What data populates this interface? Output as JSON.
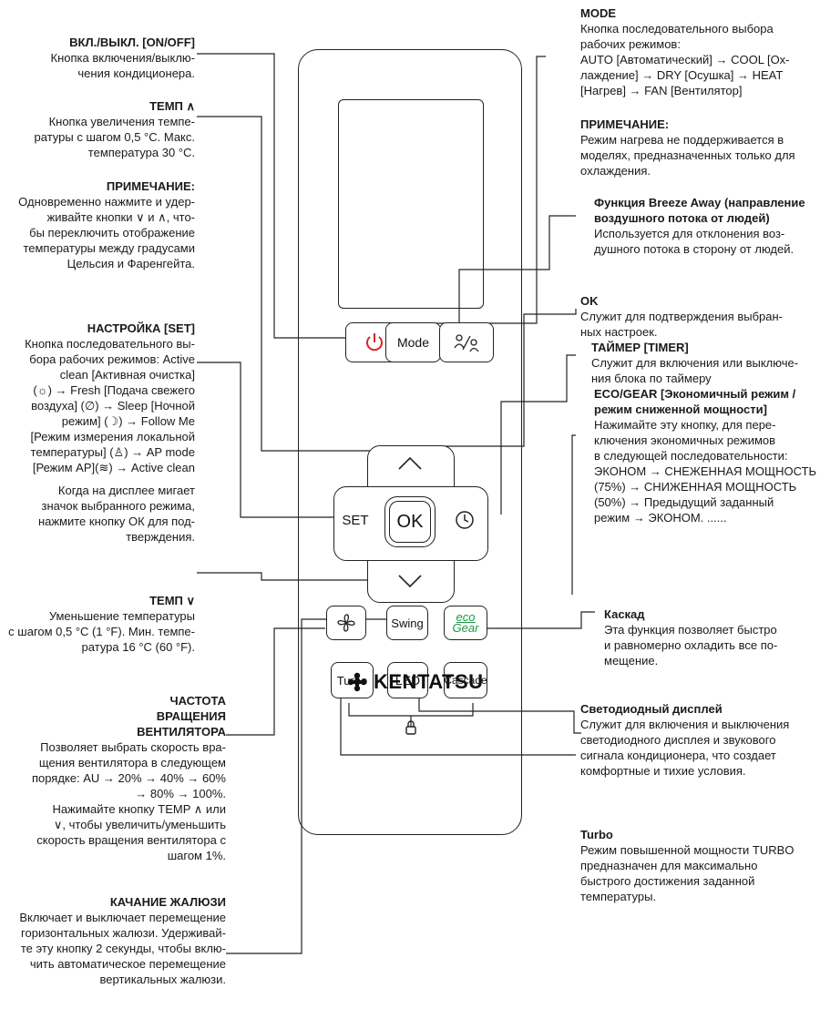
{
  "remote": {
    "brand": "KENTATSU",
    "buttons": {
      "power": "⏻",
      "mode": "Mode",
      "breeze": "ᴿ⟋ᴾ",
      "up": "∧",
      "set": "SET",
      "ok": "OK",
      "timer": "◷",
      "down": "∨",
      "fan": "✣",
      "swing": "Swing",
      "eco_top": "eco",
      "eco_bottom": "Gear",
      "turbo": "Turbo",
      "led": "LED",
      "cascade": "Cascade",
      "lock": "🔒"
    }
  },
  "left": {
    "onoff": {
      "title": "ВКЛ./ВЫКЛ. [ON/OFF]",
      "lines": [
        "Кнопка включения/выклю-",
        "чения кондиционера."
      ]
    },
    "temp_up": {
      "title": "ТЕМП ∧",
      "lines": [
        "Кнопка увеличения темпе-",
        "ратуры с шагом 0,5 °С. Макс.",
        "температура 30 °С."
      ]
    },
    "note": {
      "title": "ПРИМЕЧАНИЕ:",
      "lines": [
        "Одновременно нажмите и удер-",
        "живайте кнопки ∨ и ∧, что-",
        "бы переключить отображение",
        "температуры между градусами",
        "Цельсия и Фаренгейта."
      ]
    },
    "set": {
      "title": "НАСТРОЙКА [SET]",
      "lines": [
        "Кнопка последовательного вы-",
        "бора рабочих режимов: Active",
        "clean [Активная очистка]",
        "(☼) → Fresh [Подача свежего",
        "воздуха] (∅) → Sleep [Ночной",
        "режим] (☽) → Follow Me",
        "[Режим измерения локальной",
        "температуры] (♙) → AP mode",
        "[Режим AP](≋) → Active clean"
      ]
    },
    "set_note": {
      "lines": [
        "Когда на дисплее мигает",
        "значок выбранного режима,",
        "нажмите кнопку ОК для под-",
        "тверждения."
      ]
    },
    "temp_down": {
      "title": "ТЕМП ∨",
      "lines": [
        "Уменьшение температуры",
        "с шагом 0,5 °С (1 °F). Мин. темпе-",
        "ратура 16 °С (60 °F)."
      ]
    },
    "fan": {
      "title": "ЧАСТОТА ВРАЩЕНИЯ ВЕНТИЛЯТОРА",
      "lines": [
        "Позволяет выбрать скорость вра-",
        "щения вентилятора в следующем",
        "порядке: AU → 20% → 40% → 60%",
        "→ 80% → 100%."
      ]
    },
    "fan_note": {
      "lines": [
        "Нажимайте кнопку TEMP ∧ или",
        "∨, чтобы увеличить/уменьшить",
        "скорость вращения вентилятора с",
        "шагом 1%."
      ]
    },
    "swing": {
      "title": "КАЧАНИЕ ЖАЛЮЗИ",
      "lines": [
        "Включает и выключает перемещение",
        "горизонтальных жалюзи. Удерживай-",
        "те эту кнопку 2 секунды, чтобы вклю-",
        "чить автоматическое перемещение",
        "вертикальных жалюзи."
      ]
    }
  },
  "right": {
    "mode": {
      "title": "MODE",
      "lines": [
        "Кнопка последовательного выбора",
        "рабочих режимов:",
        "AUTO [Автоматический] → COOL [Ох-",
        "лаждение] → DRY [Осушка] → HEAT",
        "[Нагрев] → FAN [Вентилятор]"
      ]
    },
    "note": {
      "title": "ПРИМЕЧАНИЕ:",
      "lines": [
        "Режим нагрева не поддерживается в",
        "моделях, предназначенных только для",
        "охлаждения."
      ]
    },
    "breeze": {
      "title": "Функция Breeze Away (направление воздушного потока от людей)",
      "lines": [
        "Используется для отклонения воз-",
        "душного потока в сторону от людей."
      ]
    },
    "ok": {
      "title": "OK",
      "lines": [
        "Служит для подтверждения выбран-",
        "ных настроек."
      ]
    },
    "timer": {
      "title": "ТАЙМЕР [TIMER]",
      "lines": [
        "Служит для включения или выключе-",
        "ния блока по таймеру"
      ]
    },
    "eco": {
      "title": "ECO/GEAR [Экономичный режим / режим сниженной мощности]",
      "lines": [
        "Нажимайте эту кнопку, для пере-",
        "ключения экономичных режимов",
        "в следующей последовательности:",
        "ЭКОНОМ → СНЕЖЕННАЯ МОЩНОСТЬ",
        "(75%) → СНИЖЕННАЯ МОЩНОСТЬ",
        "(50%) → Предыдущий заданный",
        "режим → ЭКОНОМ. ......"
      ]
    },
    "cascade": {
      "title": "Каскад",
      "lines": [
        "Эта функция позволяет быстро",
        "и равномерно охладить все по-",
        "мещение."
      ]
    },
    "led": {
      "title": "Светодиодный дисплей",
      "lines": [
        "Служит для включения и выключения",
        "светодиодного дисплея и звукового",
        "сигнала кондиционера, что создает",
        "комфортные и тихие условия."
      ]
    },
    "turbo": {
      "title": "Turbo",
      "lines": [
        "Режим повышенной мощности TURBO",
        "предназначен для максимально",
        "быстрого достижения заданной",
        "температуры."
      ]
    }
  }
}
